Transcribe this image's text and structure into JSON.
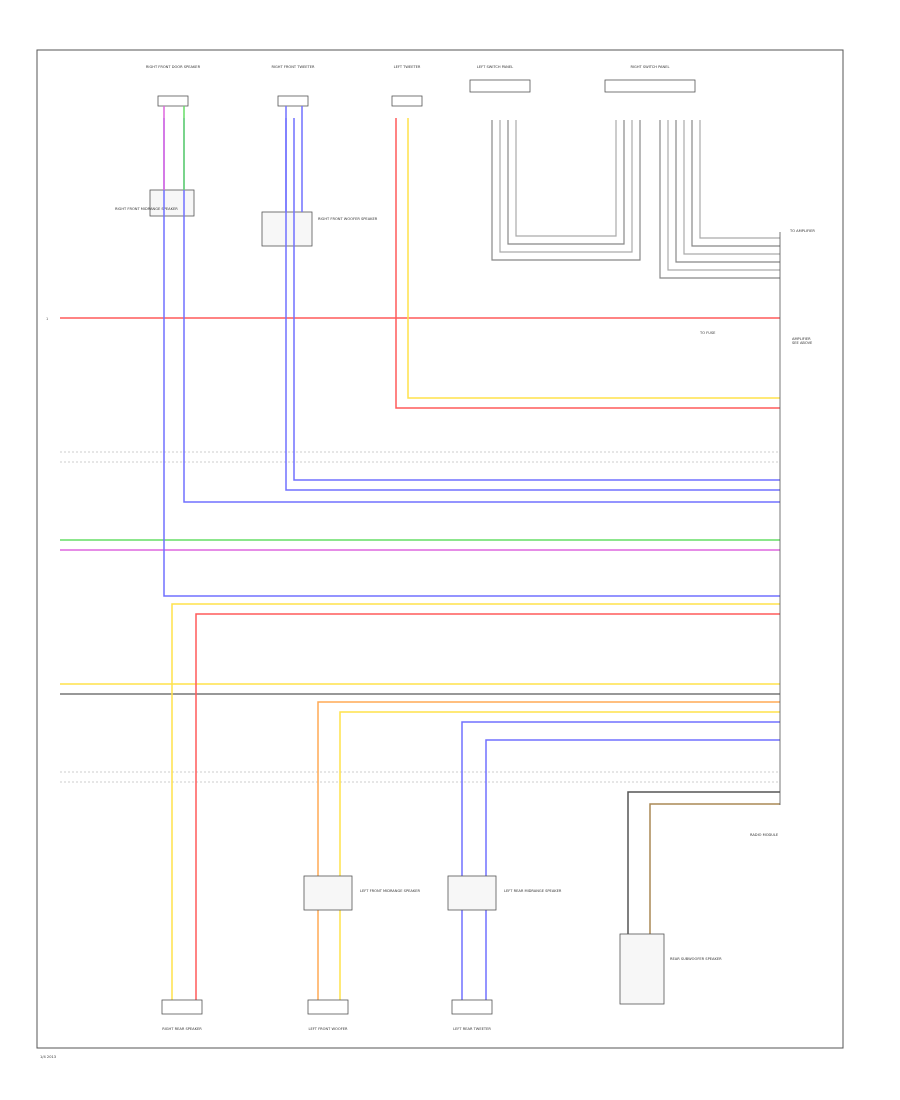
{
  "colors": {
    "red": "#ff5a5a",
    "yellow": "#ffe24a",
    "green": "#66dd66",
    "violet": "#dd66dd",
    "blue": "#7070ff",
    "orange": "#ffaa55",
    "black": "#555555",
    "gray": "#bbbbbb",
    "brown": "#aa8855"
  },
  "labels": {
    "left_ref": "1",
    "rf_door_speaker": "RIGHT FRONT DOOR SPEAKER",
    "rr_tweeter": "RIGHT FRONT TWEETER",
    "left_tweeter": "LEFT TWEETER",
    "rf_mid_speaker": "RIGHT FRONT MIDRANGE SPEAKER",
    "rf_woofer": "RIGHT FRONT WOOFER SPEAKER",
    "left_switch_panel": "LEFT SWITCH PANEL",
    "right_switch_panel": "RIGHT SWITCH PANEL",
    "amplifier": "AMPLIFIER",
    "amp_connector": "TO AMPLIFIER",
    "radio_module": "RADIO MODULE",
    "lf_mid_speaker": "LEFT FRONT MIDRANGE SPEAKER",
    "lr_mid_speaker": "LEFT REAR MIDRANGE SPEAKER",
    "rear_subwoofer": "REAR SUBWOOFER SPEAKER",
    "right_rear_speaker": "RIGHT REAR SPEAKER",
    "lf_woofer": "LEFT FRONT WOOFER",
    "left_rear_tweeter": "LEFT REAR TWEETER",
    "page_ref": "1/4 2013",
    "note": "TO FUSE",
    "sep_line_label": "SEE ABOVE"
  }
}
